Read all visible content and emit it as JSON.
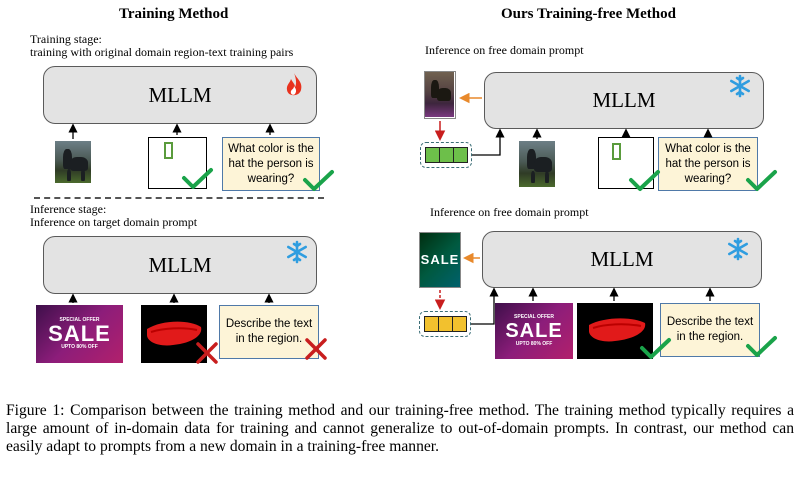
{
  "left": {
    "title": "Training Method",
    "training_stage": {
      "heading": "Training stage:",
      "desc": "training with original domain region-text training pairs",
      "model_label": "MLLM",
      "model_icon": "fire-icon",
      "question": "What color is the hat the person is wearing?"
    },
    "inference_stage": {
      "heading": "Inference stage:",
      "desc": "Inference on target domain prompt",
      "model_label": "MLLM",
      "model_icon": "snowflake-icon",
      "question": "Describe the text in the region."
    }
  },
  "right": {
    "title": "Ours Training-free Method",
    "top": {
      "desc": "Inference on free domain prompt",
      "model_label": "MLLM",
      "model_icon": "snowflake-icon",
      "question": "What color is the hat the person is wearing?",
      "token_color": "#6dbf4a"
    },
    "bottom": {
      "desc": "Inference on free domain prompt",
      "model_label": "MLLM",
      "model_icon": "snowflake-icon",
      "question": "Describe the text in the region.",
      "token_color": "#f2c12e"
    }
  },
  "sale_image": {
    "sticker": "SPECIAL OFFER",
    "top": "SPECIAL OFFER",
    "big": "SALE",
    "bottom": "UPTO 80% OFF"
  },
  "colors": {
    "check": "#1aa34a",
    "cross": "#c81e1e",
    "fire": "#e8321e",
    "snowflake": "#2f9de0",
    "orange_arrow": "#e8892b",
    "red_arrow": "#c81e1e"
  },
  "caption": "Figure 1: Comparison between the training method and our training-free method. The training method typically requires a large amount of in-domain data for training and cannot generalize to out-of-domain prompts. In contrast, our method can easily adapt to prompts from a new domain in a training-free manner."
}
